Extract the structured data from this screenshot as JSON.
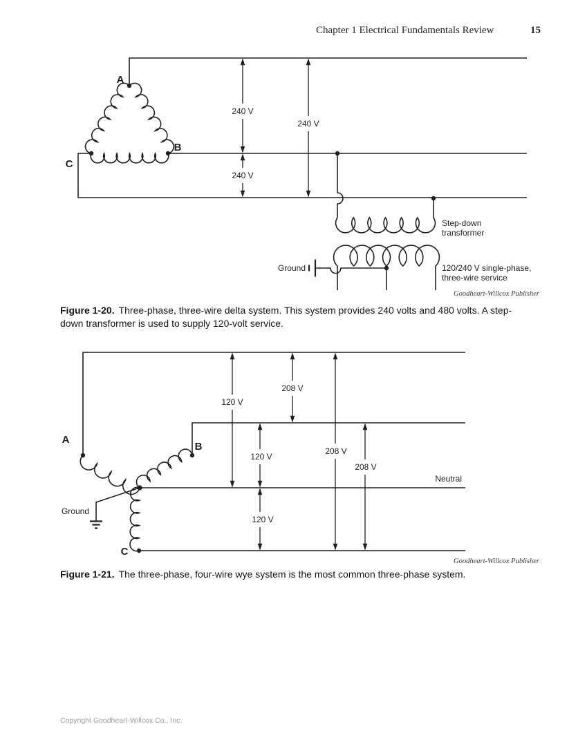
{
  "page": {
    "header": {
      "chapter_title": "Chapter 1  Electrical Fundamentals Review",
      "page_number": "15"
    },
    "footer": {
      "copyright": "Copyright Goodheart-Willcox Co., Inc."
    }
  },
  "figure_1_20": {
    "terminals": {
      "a": "A",
      "b": "B",
      "c": "C"
    },
    "voltage_labels": {
      "ab": "240 V",
      "ac": "240 V",
      "bc": "240 V"
    },
    "ground_label": "Ground",
    "transformer_label_line1": "Step-down",
    "transformer_label_line2": "transformer",
    "service_label_line1": "120/240 V single-phase,",
    "service_label_line2": "three-wire service",
    "credit": "Goodheart-Willcox Publisher",
    "caption_label": "Figure 1-20.",
    "caption_line1": "Three-phase, three-wire delta system. This system provides 240 volts and 480 volts. A step-",
    "caption_line2": "down transformer is used to supply 120-volt service."
  },
  "figure_1_21": {
    "terminals": {
      "a": "A",
      "b": "B",
      "c": "C"
    },
    "voltage_labels": {
      "a_neutral": "120 V",
      "ab": "208 V",
      "b_neutral": "120 V",
      "ac": "208 V",
      "bc": "208 V",
      "c_neutral": "120 V"
    },
    "neutral_label": "Neutral",
    "ground_label": "Ground",
    "credit": "Goodheart-Willcox Publisher",
    "caption_label": "Figure 1-21.",
    "caption_text": "The three-phase, four-wire wye system is the most common three-phase system."
  }
}
